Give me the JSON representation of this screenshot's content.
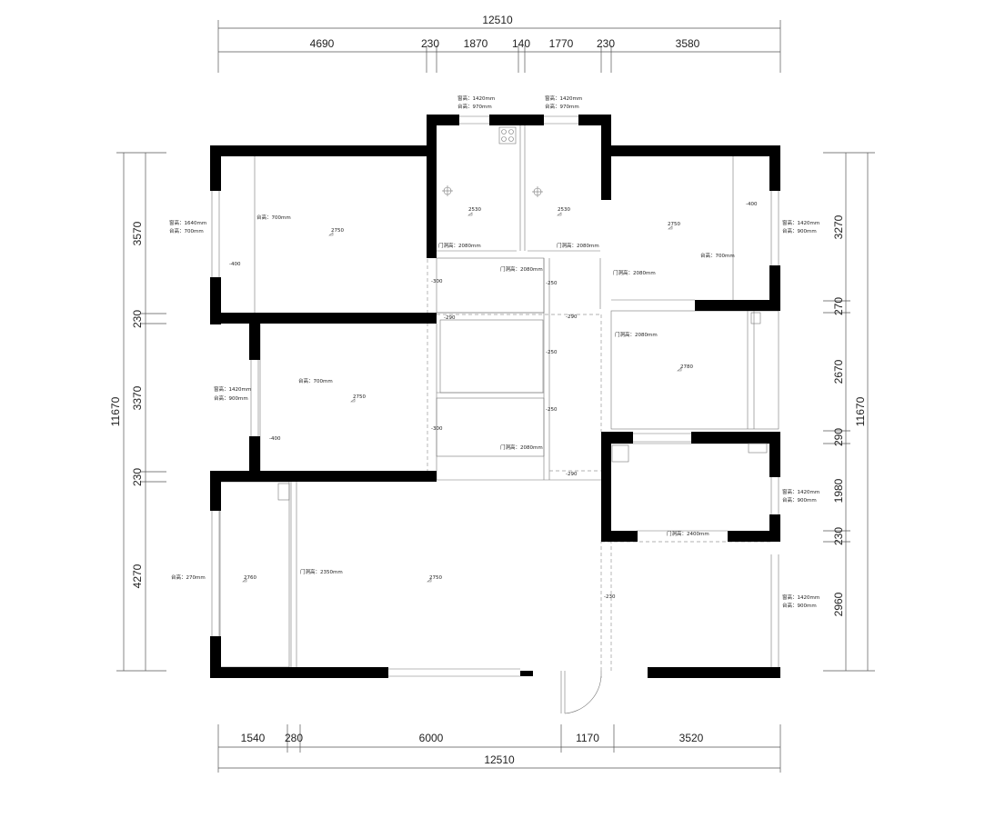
{
  "dimensions": {
    "top_total": "12510",
    "top_segments": [
      "4690",
      "230",
      "1870",
      "140",
      "1770",
      "230",
      "3580"
    ],
    "bottom_segments": [
      "1540",
      "280",
      "6000",
      "1170",
      "3520"
    ],
    "bottom_total": "12510",
    "left_total": "11670",
    "left_segments": [
      "3570",
      "230",
      "3370",
      "230",
      "4270"
    ],
    "right_total": "11670",
    "right_segments": [
      "3270",
      "270",
      "2670",
      "290",
      "1980",
      "230",
      "2960"
    ]
  },
  "labels": {
    "win_1420": "窗高：1420mm",
    "win_1640": "窗高：1640mm",
    "sill_970": "台高：970mm",
    "sill_700": "台高：700mm",
    "sill_900": "台高：900mm",
    "sill_270": "台高：270mm",
    "door_2080": "门洞高：2080mm",
    "door_2350": "门洞高：2350mm",
    "door_2400": "门洞高：2400mm",
    "ceil_2750": "2750",
    "ceil_2530": "2530",
    "ceil_2760": "2760",
    "ceil_2780": "2780",
    "lvl_400": "-400",
    "lvl_300": "-300",
    "lvl_290": "-290",
    "lvl_250": "-250",
    "lvl_230": "-230"
  }
}
